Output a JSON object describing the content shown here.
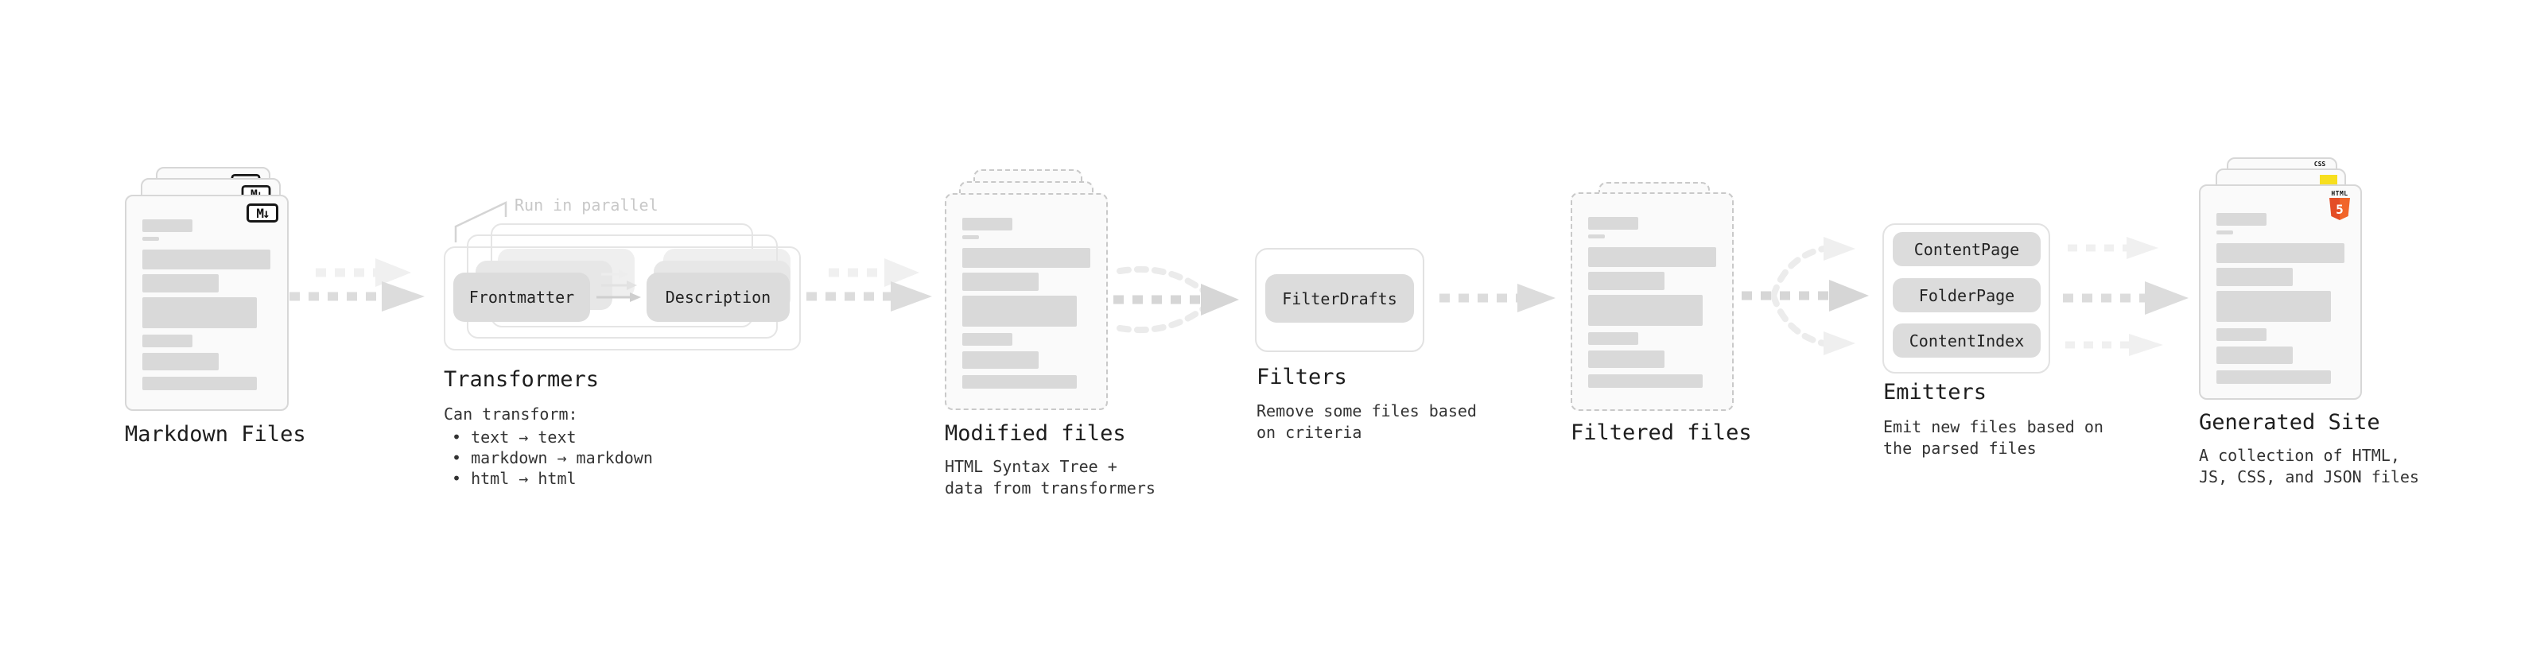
{
  "colors": {
    "pill_bg": "#dcdcdc",
    "arrow": "#dcdcdc",
    "arrow_faint": "#efefef",
    "placeholder_bar": "#d9d9d9",
    "js_yellow": "#f7df1e",
    "html5_orange": "#e44d26",
    "css_blue": "#2965f1"
  },
  "stages": {
    "markdown_files": {
      "title": "Markdown Files",
      "badge": "M↓"
    },
    "transformers": {
      "title": "Transformers",
      "annotation": "Run in parallel",
      "pills": [
        "Frontmatter",
        "Description"
      ],
      "caption_heading": "Can transform:",
      "bullets": [
        "• text → text",
        "• markdown → markdown",
        "• html → html"
      ]
    },
    "modified_files": {
      "title": "Modified files",
      "caption": "HTML Syntax Tree +\ndata from transformers"
    },
    "filters": {
      "title": "Filters",
      "pill": "FilterDrafts",
      "caption": "Remove some files based\non criteria"
    },
    "filtered_files": {
      "title": "Filtered files"
    },
    "emitters": {
      "title": "Emitters",
      "pills": [
        "ContentPage",
        "FolderPage",
        "ContentIndex"
      ],
      "caption": "Emit new files based on\nthe parsed files"
    },
    "generated_site": {
      "title": "Generated Site",
      "caption": "A collection of HTML,\nJS, CSS, and JSON files",
      "badges": {
        "css": "CSS",
        "html_word": "HTML",
        "html_number": "5"
      }
    }
  }
}
